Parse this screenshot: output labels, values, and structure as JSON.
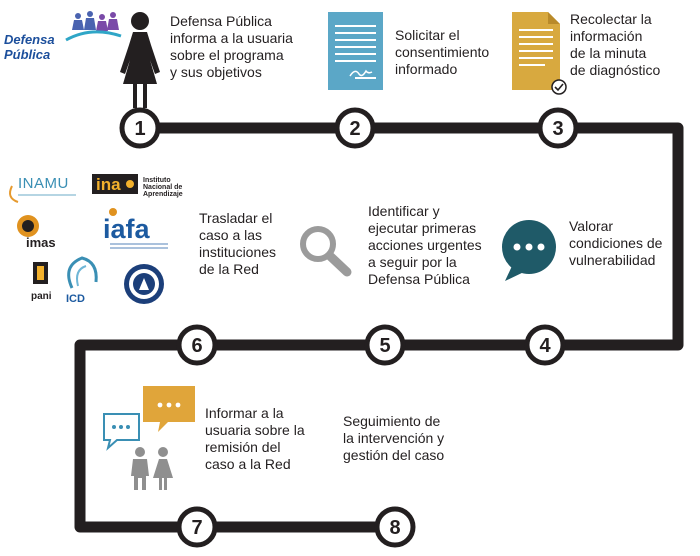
{
  "steps": [
    {
      "number": "1",
      "text": [
        "Defensa Pública",
        "informa a la usuaria",
        "sobre el programa",
        "y sus objetivos"
      ]
    },
    {
      "number": "2",
      "text": [
        "Solicitar el",
        "consentimiento",
        "informado"
      ]
    },
    {
      "number": "3",
      "text": [
        "Recolectar la",
        "información",
        "de la minuta",
        "de diagnóstico"
      ]
    },
    {
      "number": "4",
      "text": [
        "Valorar",
        "condiciones de",
        "vulnerabilidad"
      ]
    },
    {
      "number": "5",
      "text": [
        "Identificar y",
        "ejecutar primeras",
        "acciones urgentes",
        "a seguir por la",
        "Defensa Pública"
      ]
    },
    {
      "number": "6",
      "text": [
        "Trasladar el",
        "caso a las",
        "instituciones",
        "de la Red"
      ]
    },
    {
      "number": "7",
      "text": [
        "Informar a la",
        "usuaria sobre la",
        "remisión del",
        "caso a la Red"
      ]
    },
    {
      "number": "8",
      "text": [
        "Seguimiento de",
        "la intervención y",
        "gestión del caso"
      ]
    }
  ],
  "logos": {
    "defensa_publica": [
      "Defensa",
      "Pública"
    ],
    "inamu": "INAMU",
    "ina": "ina",
    "ina_caption": [
      "Instituto",
      "Nacional de",
      "Aprendizaje"
    ],
    "imas": "imas",
    "iafa": "iafa",
    "pani": "pani",
    "icd": "ICD"
  },
  "colors": {
    "path": "#231f20",
    "document_blue": "#5ba7c7",
    "document_gold": "#d8a93f",
    "bubble_teal": "#1f5a68",
    "magnifier_gray": "#9b9b9b",
    "figure_gray": "#8f8f8f",
    "chat_orange": "#e0a53a",
    "chat_outline": "#3a8fb4"
  }
}
